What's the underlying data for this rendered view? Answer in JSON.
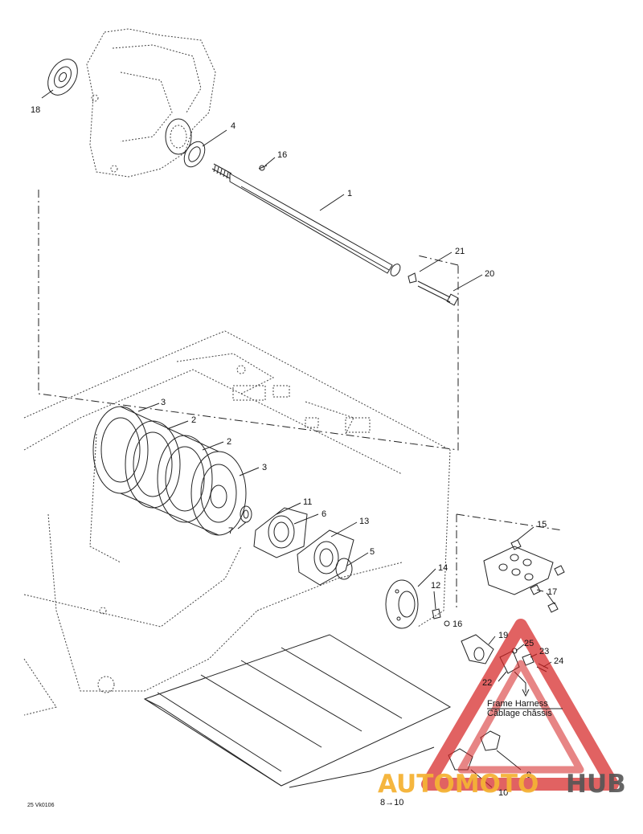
{
  "callouts": [
    {
      "id": "c18",
      "label": "18"
    },
    {
      "id": "c4",
      "label": "4"
    },
    {
      "id": "c16a",
      "label": "16"
    },
    {
      "id": "c1",
      "label": "1"
    },
    {
      "id": "c21",
      "label": "21"
    },
    {
      "id": "c20",
      "label": "20"
    },
    {
      "id": "c3a",
      "label": "3"
    },
    {
      "id": "c2a",
      "label": "2"
    },
    {
      "id": "c2b",
      "label": "2"
    },
    {
      "id": "c3b",
      "label": "3"
    },
    {
      "id": "c11",
      "label": "11"
    },
    {
      "id": "c7",
      "label": "7"
    },
    {
      "id": "c6",
      "label": "6"
    },
    {
      "id": "c13",
      "label": "13"
    },
    {
      "id": "c5",
      "label": "5"
    },
    {
      "id": "c15",
      "label": "15"
    },
    {
      "id": "c17",
      "label": "17"
    },
    {
      "id": "c14",
      "label": "14"
    },
    {
      "id": "c12",
      "label": "12"
    },
    {
      "id": "c16b",
      "label": "16"
    },
    {
      "id": "c19",
      "label": "19"
    },
    {
      "id": "c25",
      "label": "25"
    },
    {
      "id": "c23",
      "label": "23"
    },
    {
      "id": "c24",
      "label": "24"
    },
    {
      "id": "c22",
      "label": "22"
    },
    {
      "id": "c9",
      "label": "9"
    },
    {
      "id": "c10",
      "label": "10"
    },
    {
      "id": "c810",
      "label": "8→10"
    }
  ],
  "harness_label_en": "Frame Harness",
  "harness_label_fr": "Câblage châssis",
  "drawing_code": "25 Vk0106",
  "watermark": {
    "part1": "AUTOMOTO",
    "part2": "HUB",
    "color_primary": "#f5b335",
    "color_secondary": "#555555",
    "triangle_color": "#d42020"
  }
}
